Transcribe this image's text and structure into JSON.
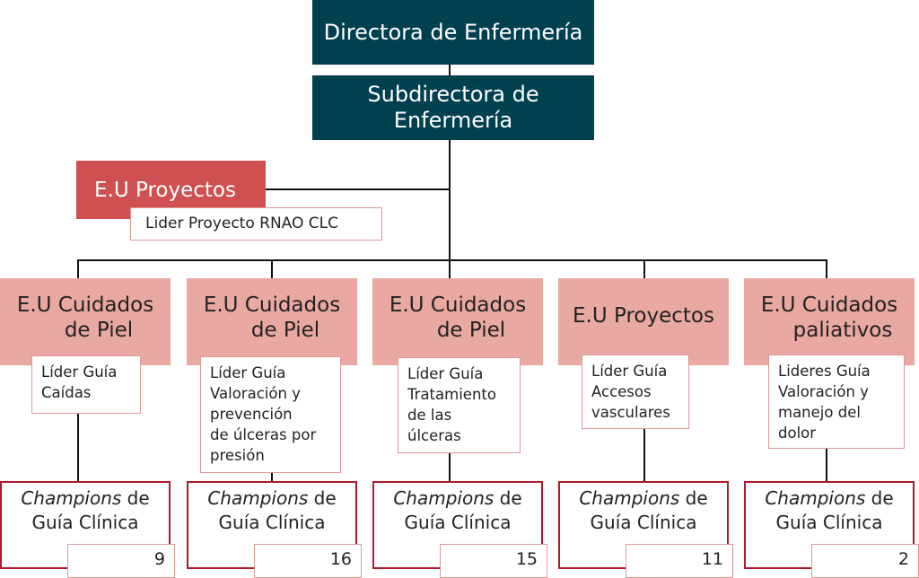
{
  "director": "Directora de Enfermería",
  "subdirector": [
    "Subdirectora de",
    "Enfermería"
  ],
  "projects": {
    "title": "E.U Proyectos",
    "lead": "Lider Proyecto RNAO CLC"
  },
  "columns": [
    {
      "title": [
        "E.U Cuidados",
        "de Piel"
      ],
      "leader": [
        "Líder Guía",
        "Caídas"
      ],
      "champions_italic": "Champions",
      "champions_rest": " de",
      "champions_line2": "Guía Clínica",
      "count": "9"
    },
    {
      "title": [
        "E.U Cuidados",
        "de Piel"
      ],
      "leader": [
        "Líder Guía",
        "Valoración y",
        "prevención",
        "de úlceras por",
        "presión"
      ],
      "champions_italic": "Champions",
      "champions_rest": " de",
      "champions_line2": "Guía Clínica",
      "count": "16"
    },
    {
      "title": [
        "E.U Cuidados",
        "de Piel"
      ],
      "leader": [
        "Líder Guía",
        "Tratamiento",
        "de las",
        "úlceras"
      ],
      "champions_italic": "Champions",
      "champions_rest": " de",
      "champions_line2": "Guía Clínica",
      "count": "15"
    },
    {
      "title": [
        "E.U Proyectos"
      ],
      "leader": [
        "Líder Guía",
        "Accesos",
        "vasculares"
      ],
      "champions_italic": "Champions",
      "champions_rest": " de",
      "champions_line2": "Guía Clínica",
      "count": "11"
    },
    {
      "title": [
        "E.U Cuidados",
        "paliativos"
      ],
      "leader": [
        "Lideres Guía",
        "Valoración y",
        "manejo del",
        "dolor"
      ],
      "champions_italic": "Champions",
      "champions_rest": " de",
      "champions_line2": "Guía Clínica",
      "count": "2"
    }
  ]
}
